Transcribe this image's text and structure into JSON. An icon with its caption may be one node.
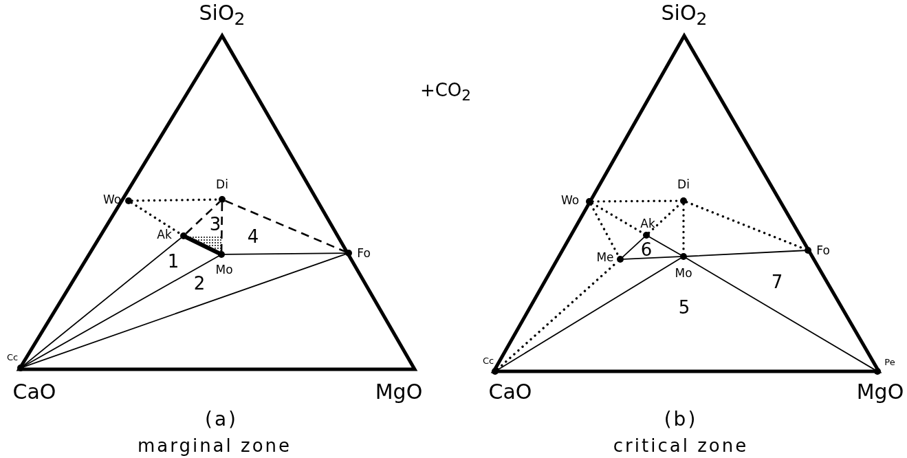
{
  "diagram": {
    "nodes": [
      {
        "text": [],
        "shape": "circle",
        "beside": [
          "Wo"
        ]
      },
      {
        "text": [],
        "shape": "circle",
        "beside": [
          "Di"
        ]
      },
      {
        "text": [],
        "shape": "circle",
        "beside": [
          "Ak"
        ]
      },
      {
        "text": [],
        "shape": "circle",
        "beside": [
          "Mo"
        ]
      },
      {
        "text": [],
        "shape": "circle",
        "beside": [
          "Fo"
        ]
      },
      {
        "text": [],
        "shape": "circle",
        "beside": [
          "Cc"
        ]
      },
      {
        "text": [],
        "shape": "circle",
        "beside": [
          "Wo"
        ]
      },
      {
        "text": [],
        "shape": "circle",
        "beside": [
          "Di"
        ]
      },
      {
        "text": [],
        "shape": "circle",
        "beside": [
          "Ak"
        ]
      },
      {
        "text": [],
        "shape": "circle",
        "beside": [
          "Me"
        ]
      },
      {
        "text": [],
        "shape": "circle",
        "beside": [
          "Mo"
        ]
      },
      {
        "text": [],
        "shape": "circle",
        "beside": [
          "Fo"
        ]
      },
      {
        "text": [],
        "shape": "circle",
        "beside": [
          "Cc"
        ]
      },
      {
        "text": [],
        "shape": "circle",
        "beside": [
          "Pe"
        ]
      }
    ],
    "edges": [
      {
        "from": 0,
        "to": 1,
        "arrow": "none",
        "style": "dashed"
      },
      {
        "from": 0,
        "to": 2,
        "arrow": "none",
        "style": "dashed"
      },
      {
        "from": 2,
        "to": 1,
        "arrow": "none",
        "style": "dashed"
      },
      {
        "from": 1,
        "to": 3,
        "arrow": "none",
        "style": "dashed"
      },
      {
        "from": 1,
        "to": 4,
        "arrow": "none",
        "style": "dashed"
      },
      {
        "from": 2,
        "to": 3,
        "arrow": "none",
        "style": "thick"
      },
      {
        "from": 3,
        "to": 4,
        "arrow": "none"
      },
      {
        "from": 5,
        "to": 2,
        "arrow": "none"
      },
      {
        "from": 5,
        "to": 3,
        "arrow": "none"
      },
      {
        "from": 5,
        "to": 4,
        "arrow": "none"
      },
      {
        "from": 6,
        "to": 7,
        "arrow": "none",
        "style": "dashed"
      },
      {
        "from": 6,
        "to": 8,
        "arrow": "none",
        "style": "dashed"
      },
      {
        "from": 6,
        "to": 9,
        "arrow": "none",
        "style": "dashed"
      },
      {
        "from": 8,
        "to": 7,
        "arrow": "none",
        "style": "dashed"
      },
      {
        "from": 7,
        "to": 10,
        "arrow": "none",
        "style": "dashed"
      },
      {
        "from": 7,
        "to": 11,
        "arrow": "none",
        "style": "dashed"
      },
      {
        "from": 12,
        "to": 9,
        "arrow": "none",
        "style": "dashed"
      },
      {
        "from": 8,
        "to": 9,
        "arrow": "none"
      },
      {
        "from": 8,
        "to": 10,
        "arrow": "none"
      },
      {
        "from": 9,
        "to": 10,
        "arrow": "none"
      },
      {
        "from": 10,
        "to": 11,
        "arrow": "none"
      },
      {
        "from": 12,
        "to": 10,
        "arrow": "none"
      },
      {
        "from": 10,
        "to": 13,
        "arrow": "none"
      }
    ],
    "labels": [
      "SiO$_{2}$",
      "SiO$_{2}$",
      "+CO$_{2}$",
      "3",
      "4",
      "1",
      "2",
      "6",
      "7",
      "5",
      "CaO",
      "MgO",
      "CaO",
      "MgO",
      "(a)",
      "marginal zone",
      "(b)",
      "critical zone"
    ]
  }
}
